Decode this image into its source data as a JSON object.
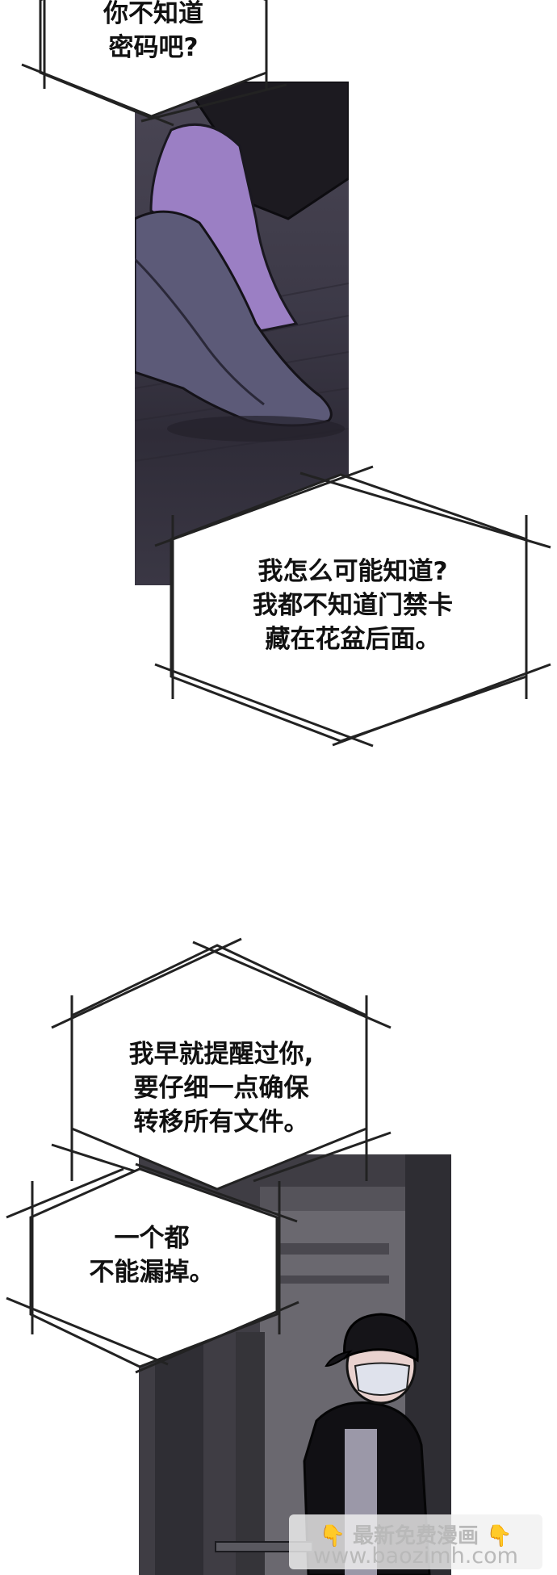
{
  "bubbles": {
    "b1": "你不知道\n密码吧?",
    "b2": "我怎么可能知道?\n我都不知道门禁卡\n藏在花盆后面。",
    "b3": "我早就提醒过你,\n要仔细一点确保\n转移所有文件。",
    "b4": "一个都\n不能漏掉。"
  },
  "watermark": {
    "icon_left": "👇",
    "title": "最新免费漫画",
    "icon_right": "👇",
    "url": "www.baozimh.com"
  },
  "colors": {
    "panel_dark": "#3c3947",
    "shoe_purple": "#8f79b5",
    "bubble_stroke": "#222222"
  }
}
